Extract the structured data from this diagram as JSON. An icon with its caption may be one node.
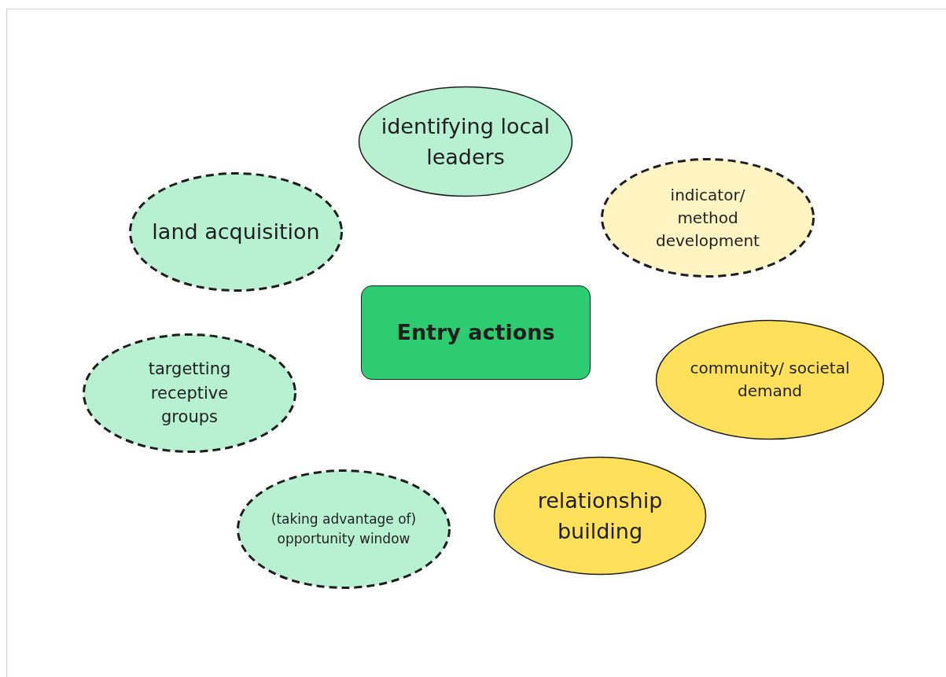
{
  "diagram": {
    "nodes": [
      {
        "text": [
          "identifying local leaders"
        ]
      },
      {
        "text": [
          "land acquisition"
        ]
      },
      {
        "text": [
          "indicator/ method development"
        ]
      },
      {
        "text": [
          "Entry actions"
        ]
      },
      {
        "text": [
          "targetting receptive groups"
        ]
      },
      {
        "text": [
          "community/ societal demand"
        ]
      },
      {
        "text": [
          "relationship building"
        ]
      },
      {
        "text": [
          "(taking advantage of) opportunity window"
        ]
      }
    ]
  }
}
